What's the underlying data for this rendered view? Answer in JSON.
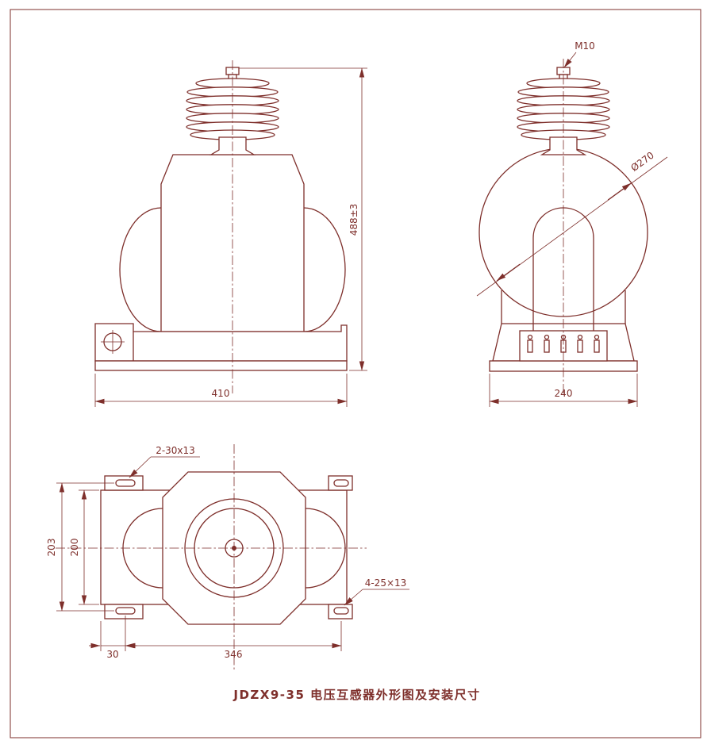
{
  "colors": {
    "line": "#7e2f2b",
    "background": "#ffffff"
  },
  "caption": "JDZX9-35 电压互感器外形图及安装尺寸",
  "front_view": {
    "dim_height": "488±3",
    "dim_width": "410"
  },
  "side_view": {
    "label_thread": "M10",
    "label_diameter": "Ø270",
    "dim_width": "240"
  },
  "top_view": {
    "label_slots_left": "2-30x13",
    "label_slots_right": "4-25×13",
    "dim_height_outer": "203",
    "dim_height_inner": "200",
    "dim_offset": "30",
    "dim_width": "346"
  }
}
